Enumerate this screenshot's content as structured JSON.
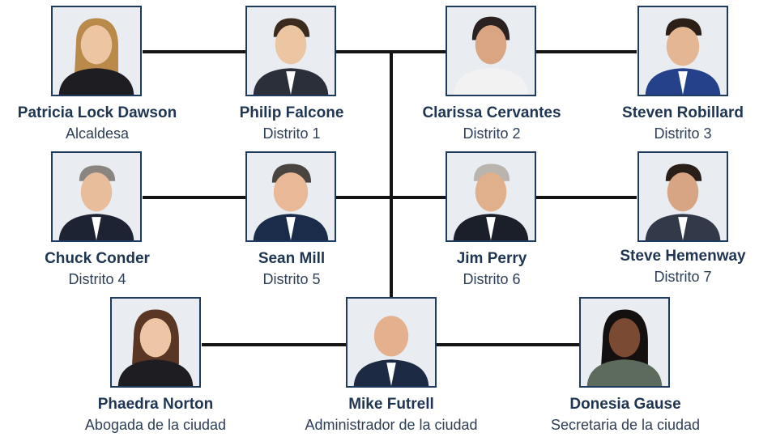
{
  "colors": {
    "name_text": "#1f3552",
    "role_text": "#2d3e57",
    "photo_border": "#1f3a5f",
    "connector": "#141414"
  },
  "members": [
    {
      "name": "Patricia Lock Dawson",
      "role": "Alcaldesa"
    },
    {
      "name": "Philip Falcone",
      "role": "Distrito 1"
    },
    {
      "name": "Clarissa Cervantes",
      "role": "Distrito 2"
    },
    {
      "name": "Steven Robillard",
      "role": "Distrito 3"
    },
    {
      "name": "Chuck Conder",
      "role": "Distrito 4"
    },
    {
      "name": "Sean Mill",
      "role": "Distrito 5"
    },
    {
      "name": "Jim Perry",
      "role": "Distrito 6"
    },
    {
      "name": "Steve Hemenway",
      "role": "Distrito 7"
    },
    {
      "name": "Phaedra Norton",
      "role": "Abogada de la ciudad"
    },
    {
      "name": "Mike Futrell",
      "role": "Administrador de la ciudad"
    },
    {
      "name": "Donesia Gause",
      "role": "Secretaria de la ciudad"
    }
  ]
}
